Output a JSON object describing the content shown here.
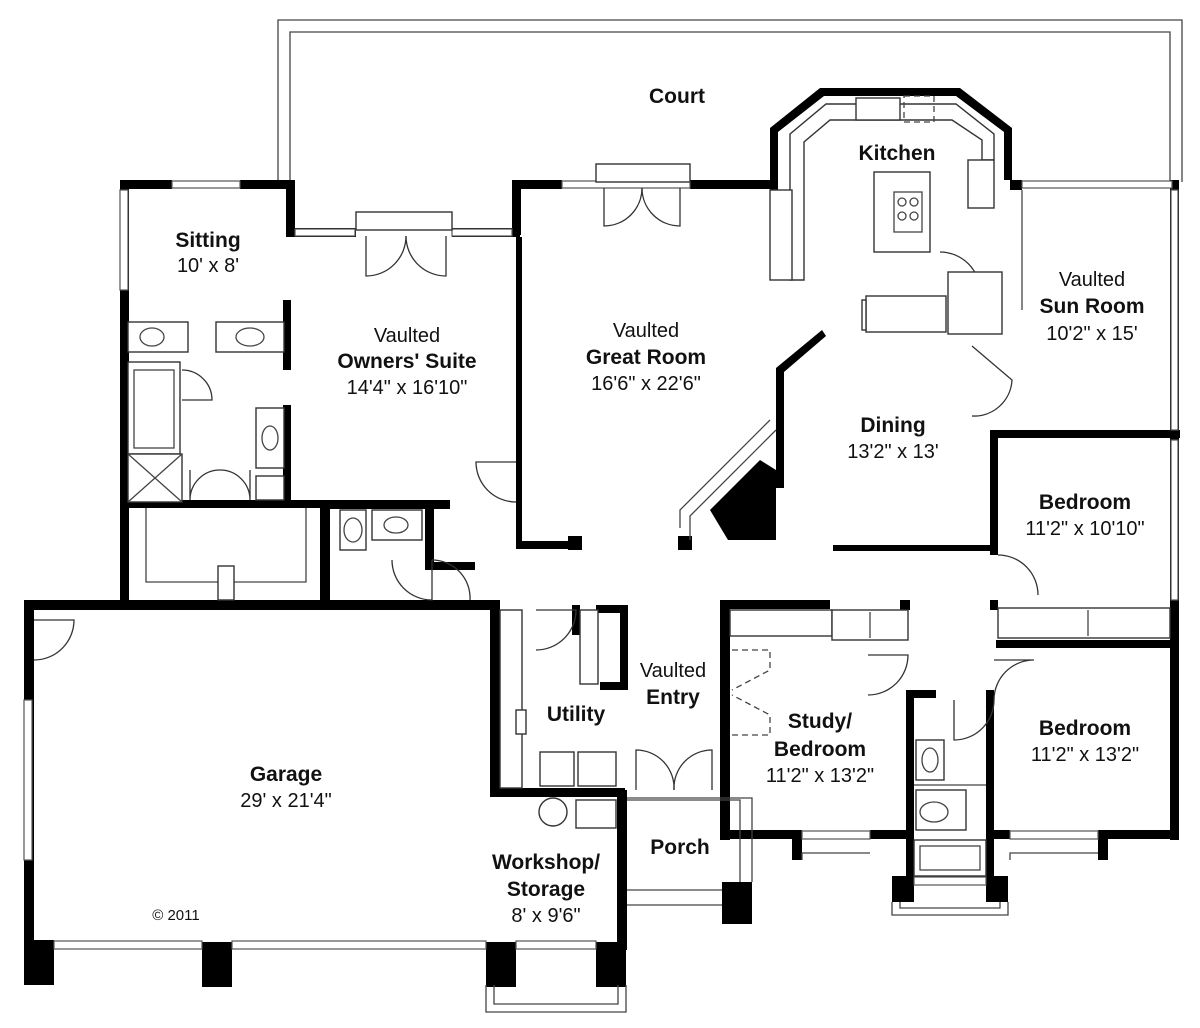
{
  "rooms": {
    "court": {
      "name": "Court"
    },
    "kitchen": {
      "name": "Kitchen"
    },
    "sun_room": {
      "line1": "Vaulted",
      "line2": "Sun Room",
      "dims": "10'2\" x 15'"
    },
    "sitting": {
      "name": "Sitting",
      "dims": "10' x 8'"
    },
    "owners_suite": {
      "line1": "Vaulted",
      "line2": "Owners' Suite",
      "dims": "14'4\" x 16'10\""
    },
    "great_room": {
      "line1": "Vaulted",
      "line2": "Great Room",
      "dims": "16'6\" x 22'6\""
    },
    "dining": {
      "name": "Dining",
      "dims": "13'2\" x 13'"
    },
    "bedroom_1": {
      "name": "Bedroom",
      "dims": "11'2\" x 10'10\""
    },
    "bedroom_2": {
      "name": "Bedroom",
      "dims": "11'2\" x 13'2\""
    },
    "study": {
      "line1": "Study/",
      "line2": "Bedroom",
      "dims": "11'2\" x 13'2\""
    },
    "entry": {
      "line1": "Vaulted",
      "line2": "Entry"
    },
    "utility": {
      "name": "Utility"
    },
    "garage": {
      "name": "Garage",
      "dims": "29' x 21'4\""
    },
    "workshop": {
      "line1": "Workshop/",
      "line2": "Storage",
      "dims": "8' x 9'6\""
    },
    "porch": {
      "name": "Porch"
    }
  },
  "copyright": "© 2011",
  "colors": {
    "wall": "#000000",
    "line": "#444444",
    "background": "#ffffff"
  }
}
